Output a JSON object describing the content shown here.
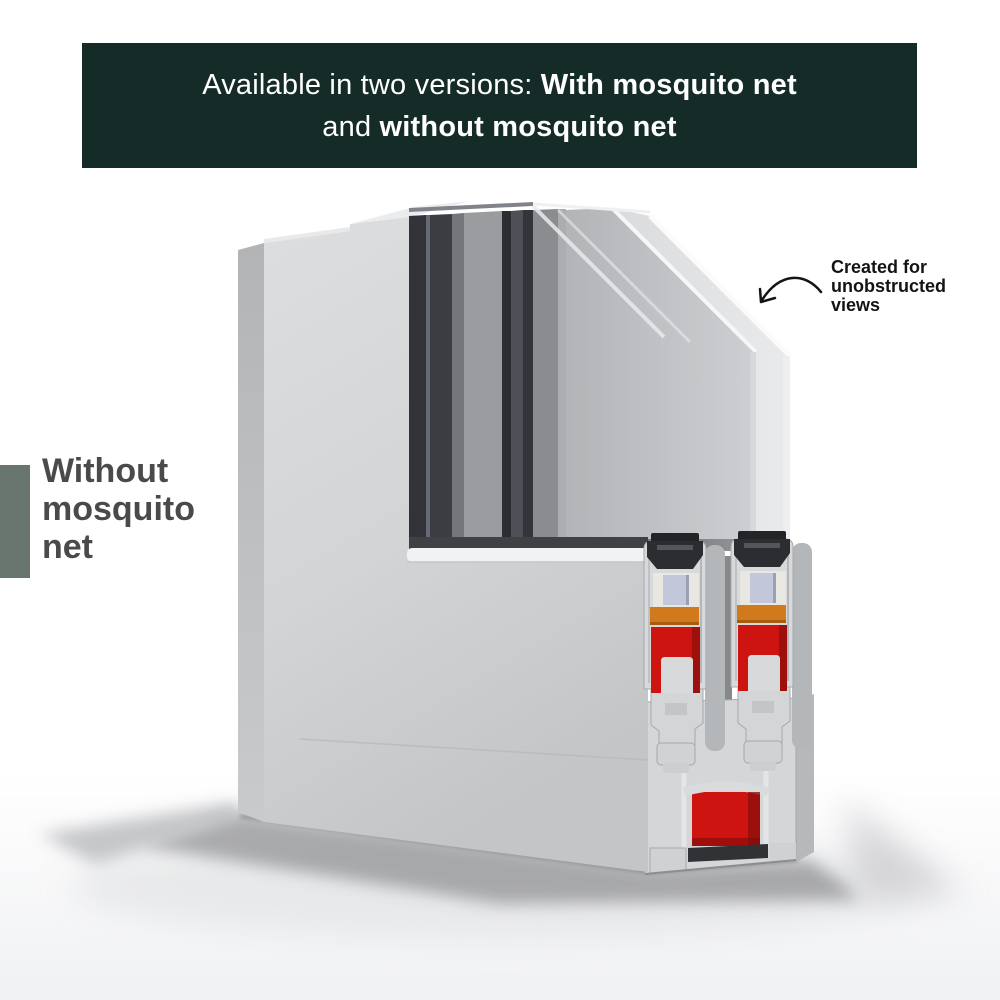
{
  "banner": {
    "line1_regular": "Available in two versions: ",
    "line1_bold": "With mosquito net",
    "line2_regular": "and ",
    "line2_bold": "without mosquito net"
  },
  "left_label": {
    "text": "Without mosquito net"
  },
  "annotation": {
    "text": "Created for unobstructed views",
    "icon": "curved-arrow"
  },
  "colors": {
    "banner_bg": "#152b27",
    "banner_text": "#ffffff",
    "label_bar": "#68766f",
    "label_text": "#4a4a4a",
    "annotation_text": "#141414",
    "highlight_red": "#cd1410",
    "seal_orange": "#d0791d",
    "profile_white": "#d6d8da",
    "clamp_black": "#2c2d30"
  }
}
